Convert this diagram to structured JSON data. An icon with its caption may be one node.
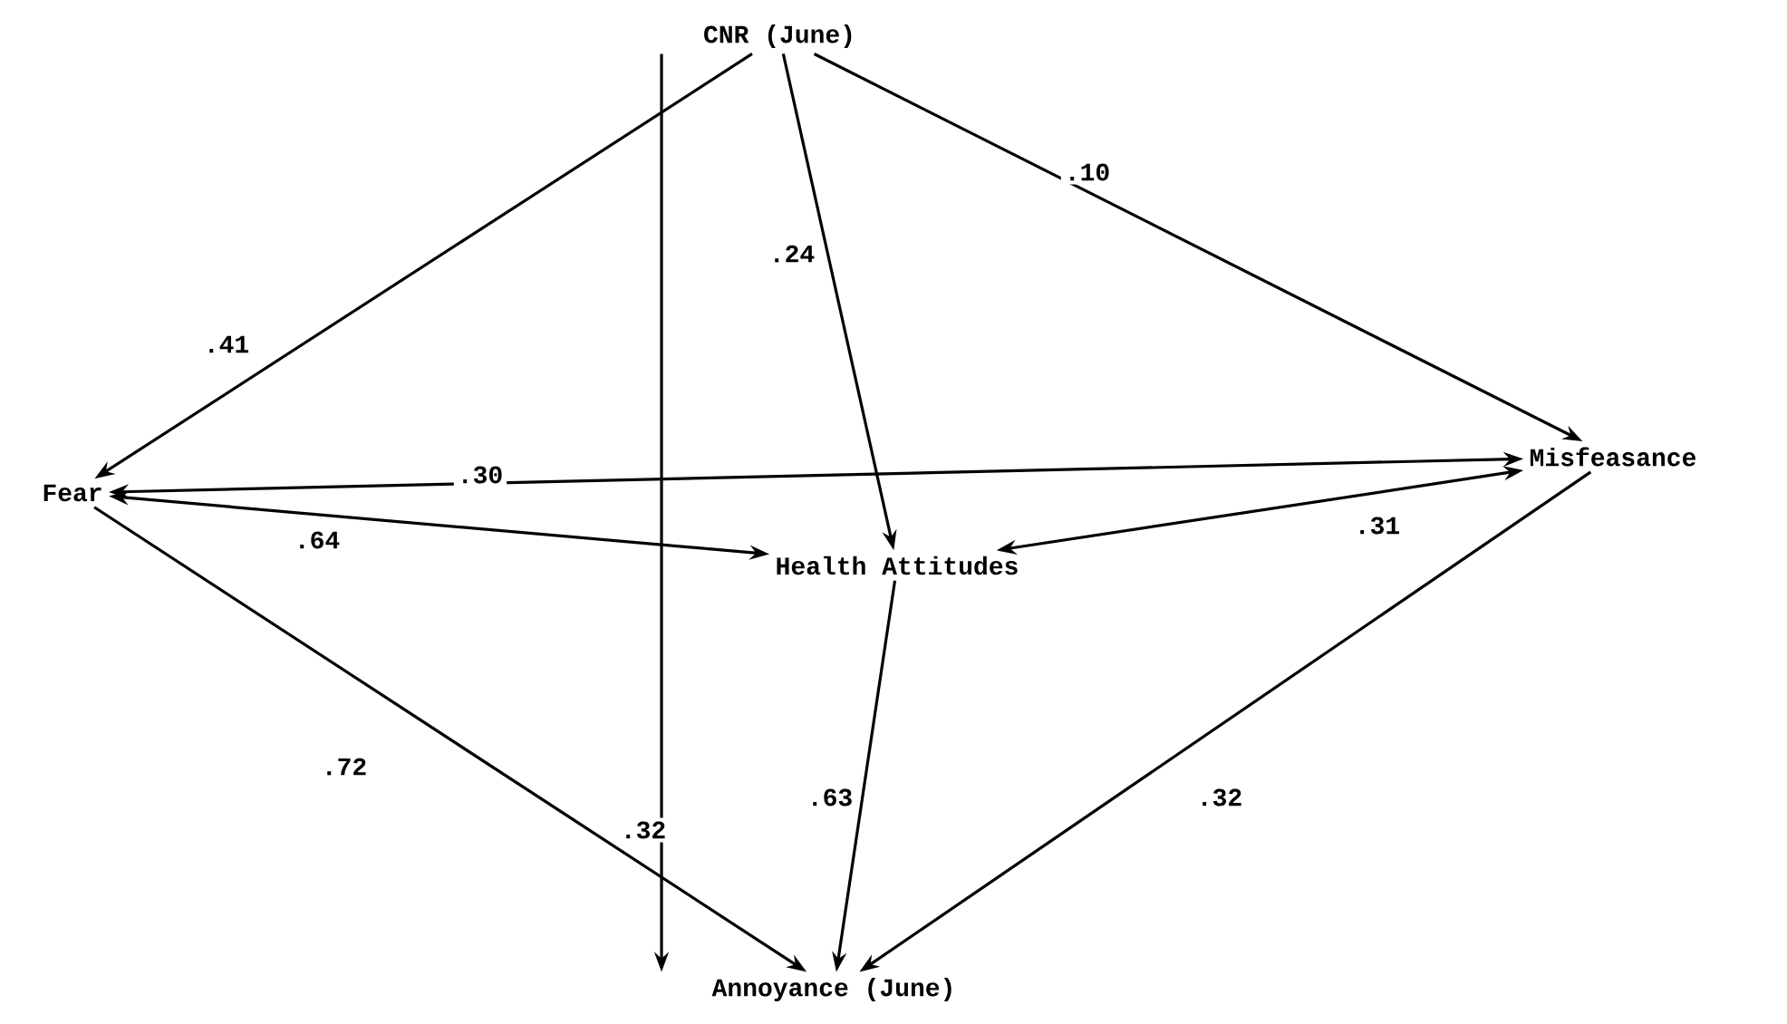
{
  "diagram": {
    "nodes": [
      {
        "text": [
          "CNR (June)"
        ]
      },
      {
        "text": [
          "Fear"
        ]
      },
      {
        "text": [
          "Misfeasance"
        ]
      },
      {
        "text": [
          "Health Attitudes"
        ]
      },
      {
        "text": [
          "Annoyance (June)"
        ]
      }
    ],
    "edges": [
      {
        "from": 0,
        "to": 1,
        "arrow": "to",
        "label": ".41"
      },
      {
        "from": 0,
        "to": 3,
        "arrow": "to",
        "label": ".24"
      },
      {
        "from": 0,
        "to": 2,
        "arrow": "to",
        "label": ".10"
      },
      {
        "from": 0,
        "to": 4,
        "arrow": "to",
        "label": ".32"
      },
      {
        "from": 1,
        "to": 2,
        "arrow": "both",
        "label": ".30"
      },
      {
        "from": 1,
        "to": 3,
        "arrow": "both",
        "label": ".64"
      },
      {
        "from": 3,
        "to": 2,
        "arrow": "both",
        "label": ".31"
      },
      {
        "from": 1,
        "to": 4,
        "arrow": "to",
        "label": ".72"
      },
      {
        "from": 3,
        "to": 4,
        "arrow": "to",
        "label": ".63"
      },
      {
        "from": 2,
        "to": 4,
        "arrow": "to",
        "label": ".32"
      }
    ]
  }
}
